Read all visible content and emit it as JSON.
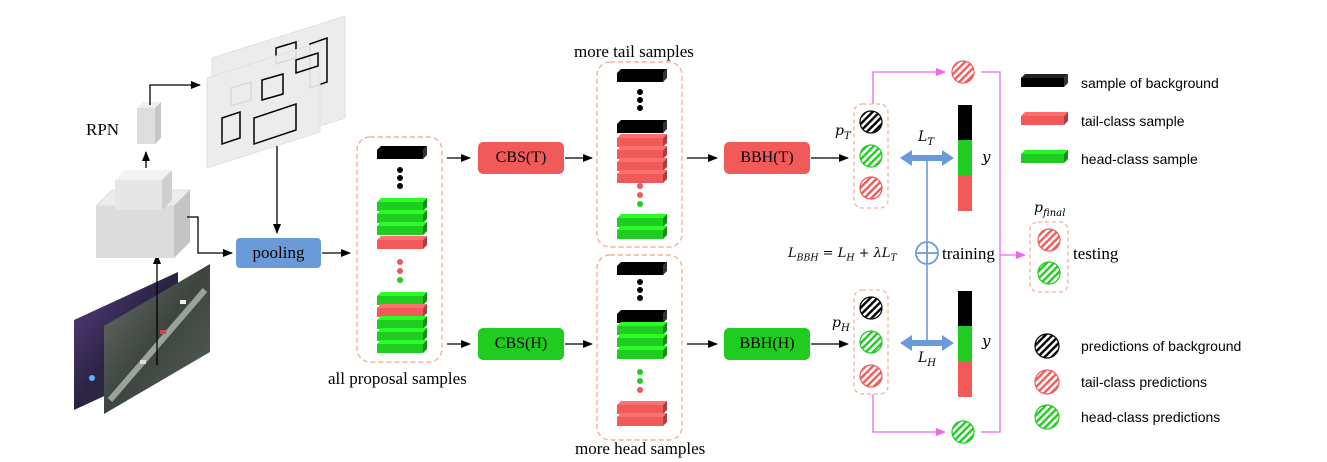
{
  "labels": {
    "rpn": "RPN",
    "pooling": "pooling",
    "cbs_tail": "CBS(T)",
    "cbs_head": "CBS(H)",
    "bbh_tail": "BBH(T)",
    "bbh_head": "BBH(H)",
    "more_tail_samples": "more tail samples",
    "more_head_samples": "more head samples",
    "all_proposal_samples": "all proposal samples",
    "training": "training",
    "testing": "testing"
  },
  "math": {
    "p_t": "p",
    "p_t_sub": "T",
    "p_h": "p",
    "p_h_sub": "H",
    "l_t": "L",
    "l_t_sub": "T",
    "l_h": "L",
    "l_h_sub": "H",
    "y_top": "y",
    "y_bottom": "y",
    "p_final": "p",
    "p_final_sub": "final",
    "loss_formula": "L_BBH = L_H + λL_T"
  },
  "legend_top": [
    {
      "label": "sample of background",
      "color": "#000000"
    },
    {
      "label": "tail-class sample",
      "color": "#f25a5a"
    },
    {
      "label": "head-class sample",
      "color": "#1fcc1f"
    }
  ],
  "legend_bottom": [
    {
      "label": "predictions of background",
      "color": "#000000"
    },
    {
      "label": "tail-class predictions",
      "color": "#f25a5a"
    },
    {
      "label": "head-class predictions",
      "color": "#1fcc1f"
    }
  ],
  "colors": {
    "background_sample": "#000000",
    "tail": "#f25a5a",
    "head": "#1fcc1f",
    "pooling": "#6a9bd8",
    "dashed_border": "#f2b49a",
    "training_link": "#6a9bd8",
    "pink_arrow": "#ee66ee"
  }
}
